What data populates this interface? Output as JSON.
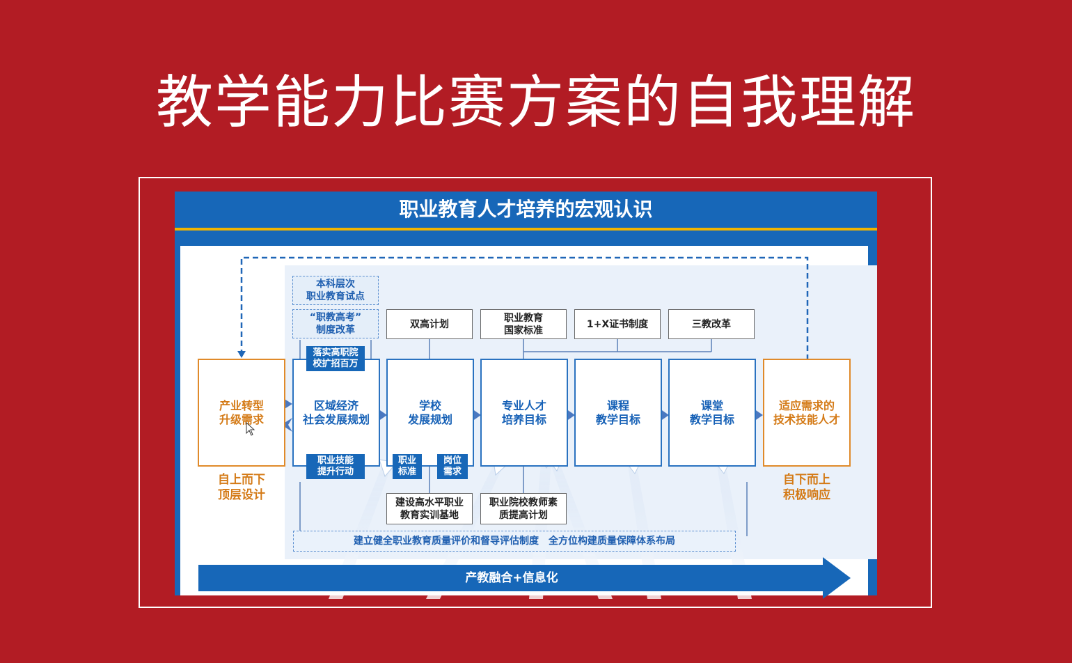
{
  "slide": {
    "title": "教学能力比赛方案的自我理解"
  },
  "panel": {
    "title": "职业教育人才培养的宏观认识"
  },
  "dashed_boxes": {
    "undergrad": "本科层次\n职业教育试点",
    "gaokao": "“职教高考”\n制度改革"
  },
  "policy_boxes": {
    "double_high": "双高计划",
    "national_standard": "职业教育\n国家标准",
    "one_plus_x": "1+X证书制度",
    "three_reforms": "三教改革",
    "training_base": "建设高水平职业\n教育实训基地",
    "teacher_quality": "职业院校教师素\n质提高计划"
  },
  "tags": {
    "enrollment": "落实高职院\n校扩招百万",
    "skills_action": "职业技能\n提升行动",
    "occupation_standard": "职业\n标准",
    "post_demand": "岗位\n需求"
  },
  "flow": {
    "industry": "产业转型\n升级需求",
    "regional": "区域经济\n社会发展规划",
    "school": "学校\n发展规划",
    "talent": "专业人才\n培养目标",
    "course": "课程\n教学目标",
    "classroom": "课堂\n教学目标",
    "output": "适应需求的\n技术技能人才"
  },
  "captions": {
    "top_down": "自上而下\n顶层设计",
    "bottom_up": "自下而上\n积极响应"
  },
  "quality_bar": "建立健全职业教育质量评价和督导评估制度　全方位构建质量保障体系布局",
  "bottom_arrow": "产教融合+信息化",
  "colors": {
    "background": "#b21c24",
    "primary_blue": "#1767b8",
    "accent_orange": "#d47a16",
    "accent_gold": "#f0b400"
  }
}
